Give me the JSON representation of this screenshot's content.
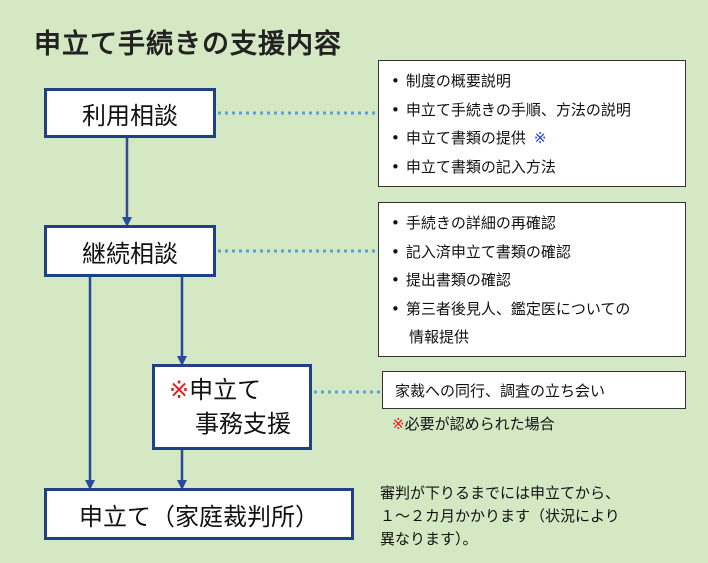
{
  "title": "申立て手続きの支援内容",
  "nodes": {
    "consult": "利用相談",
    "continue": "継続相談",
    "support_mark": "※",
    "support_line1": "申立て",
    "support_line2": "事務支援",
    "filing": "申立て（家庭裁判所）"
  },
  "box1": {
    "items": [
      {
        "text": "制度の概要説明",
        "mark": ""
      },
      {
        "text": "申立て手続きの手順、方法の説明",
        "mark": ""
      },
      {
        "text": "申立て書類の提供",
        "mark": "※"
      },
      {
        "text": "申立て書類の記入方法",
        "mark": ""
      }
    ]
  },
  "box2": {
    "items": [
      "手続きの詳細の再確認",
      "記入済申立て書類の確認",
      "提出書類の確認",
      "第三者後見人、鑑定医についての"
    ],
    "continuation": "情報提供"
  },
  "box3": {
    "text": "家裁への同行、調査の立ち会い"
  },
  "note_required": {
    "mark": "※",
    "text": "必要が認められた場合"
  },
  "note": {
    "line1": "審判が下りるまでには申立てから、",
    "line2": "１～２カ月かかります（状況により",
    "line3": "異なります）。"
  },
  "colors": {
    "background": "#d3e8c3",
    "node_border": "#1f3f86",
    "arrow": "#2a4a9a",
    "dotted": "#5aa0d8",
    "red": "#e02020"
  }
}
